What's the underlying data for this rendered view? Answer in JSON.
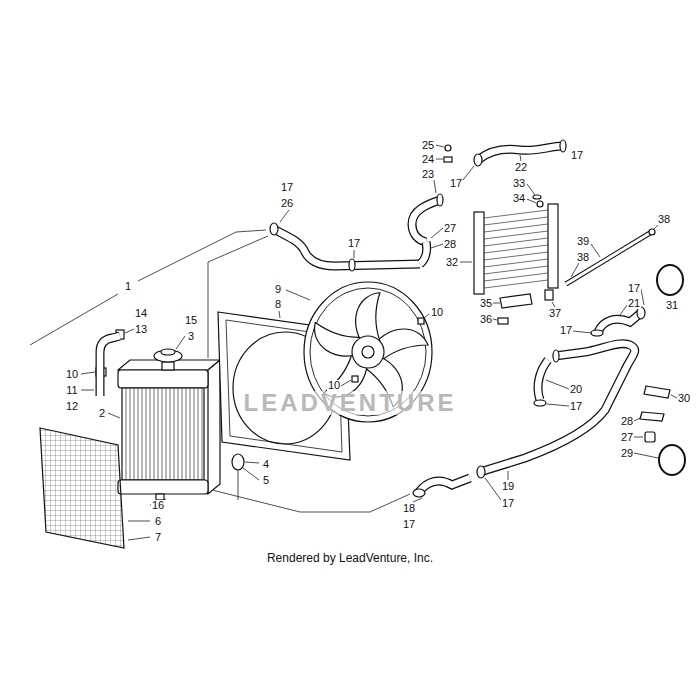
{
  "diagram": {
    "caption": "Rendered by LeadVenture, Inc.",
    "labels": [
      "17",
      "26",
      "1",
      "14",
      "13",
      "15",
      "3",
      "9",
      "8",
      "10",
      "10",
      "11",
      "12",
      "2",
      "10",
      "4",
      "5",
      "16",
      "6",
      "7",
      "17",
      "25",
      "24",
      "23",
      "17",
      "22",
      "17",
      "33",
      "34",
      "27",
      "28",
      "32",
      "38",
      "39",
      "38",
      "17",
      "21",
      "31",
      "35",
      "36",
      "37",
      "17",
      "20",
      "17",
      "30",
      "28",
      "27",
      "29",
      "19",
      "17",
      "18",
      "17",
      "LEADVENTURE"
    ]
  }
}
